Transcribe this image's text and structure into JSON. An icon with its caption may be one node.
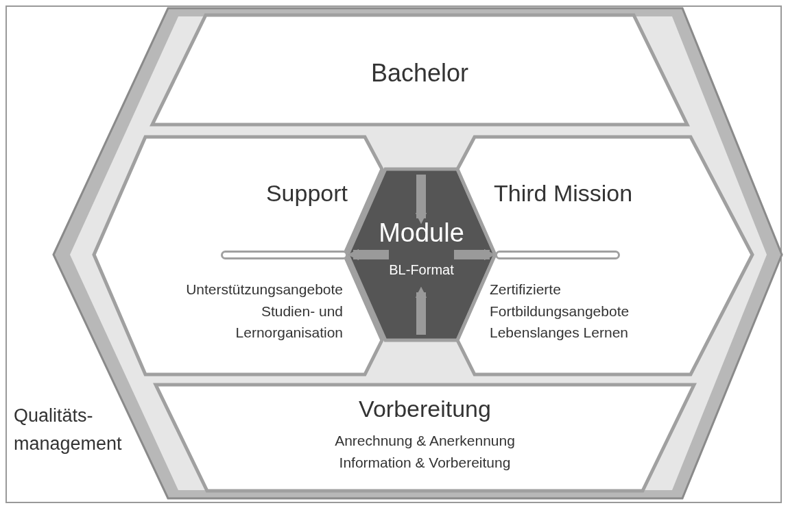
{
  "diagram": {
    "nodes": [
      {
        "text": [
          "Qualitäts- management"
        ]
      },
      {
        "text": [
          "Bachelor"
        ],
        "in": 0
      },
      {
        "text": [
          "Support",
          "Unterstützungsangebote Studien- und Lernorganisation"
        ],
        "in": 0
      },
      {
        "text": [
          "Module",
          "BL-Format"
        ],
        "in": 0
      },
      {
        "text": [
          "Third Mission",
          "Zertifizierte Fortbildungsangebote Lebenslanges Lernen"
        ],
        "in": 0
      },
      {
        "text": [
          "Vorbereitung",
          "Anrechnung & Anerkennung Information & Vorbereitung"
        ],
        "in": 0
      },
      {
        "text": [],
        "shape": "bar",
        "in": 2
      },
      {
        "text": [],
        "shape": "bar",
        "in": 4
      }
    ]
  }
}
